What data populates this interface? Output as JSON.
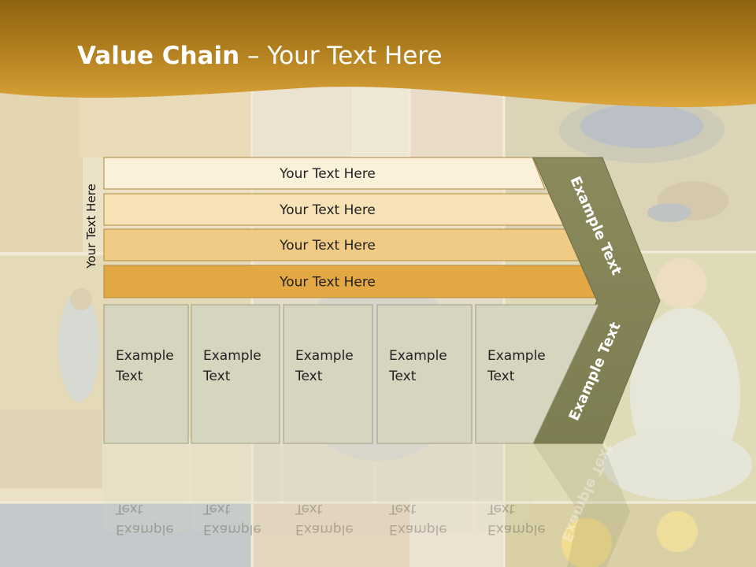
{
  "title": {
    "bold": "Value Chain",
    "rest": " – Your Text Here"
  },
  "side_label": "Your Text Here",
  "rows": [
    {
      "label": "Your Text Here"
    },
    {
      "label": "Your Text Here"
    },
    {
      "label": "Your Text Here"
    },
    {
      "label": "Your Text Here"
    }
  ],
  "boxes": [
    {
      "line1": "Example",
      "line2": "Text"
    },
    {
      "line1": "Example",
      "line2": "Text"
    },
    {
      "line1": "Example",
      "line2": "Text"
    },
    {
      "line1": "Example",
      "line2": "Text"
    },
    {
      "line1": "Example",
      "line2": "Text"
    }
  ],
  "chevron_labels": {
    "top": "Example Text",
    "bottom": "Example Text"
  },
  "colors": {
    "header_gold": "#c38f26",
    "row1": "#fbf0da",
    "row2": "#f7e2b5",
    "row3": "#efcb86",
    "row4": "#e3a843",
    "box_fill": "#d6d6c0",
    "chevron": "#848457"
  }
}
